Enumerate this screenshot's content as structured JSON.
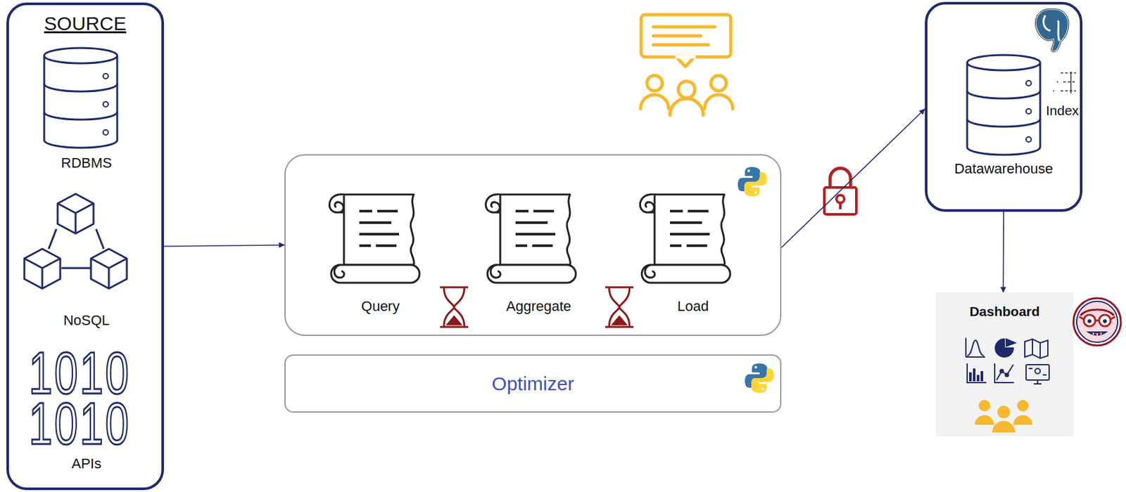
{
  "diagram": {
    "nodes": [
      {
        "text": [
          "SOURCE"
        ]
      },
      {
        "text": [
          "RDBMS"
        ],
        "in": 0
      },
      {
        "text": [
          "NoSQL"
        ],
        "in": 0
      },
      {
        "text": [
          "APIs"
        ],
        "in": 0
      },
      {
        "text": []
      },
      {
        "text": [
          "Query"
        ],
        "in": 4
      },
      {
        "text": [
          "Aggregate"
        ],
        "in": 4
      },
      {
        "text": [
          "Load"
        ],
        "in": 4
      },
      {
        "text": [
          "Optimizer"
        ]
      },
      {
        "text": [
          "Datawarehouse"
        ]
      },
      {
        "text": [
          "Dashboard"
        ]
      }
    ],
    "edges": [
      {
        "from": 0,
        "to": 4,
        "arrow": "to"
      },
      {
        "from": 4,
        "to": 9,
        "arrow": "to"
      },
      {
        "from": 9,
        "to": 10,
        "arrow": "to"
      }
    ],
    "labels": [
      "1010",
      "1010",
      "Index"
    ]
  }
}
